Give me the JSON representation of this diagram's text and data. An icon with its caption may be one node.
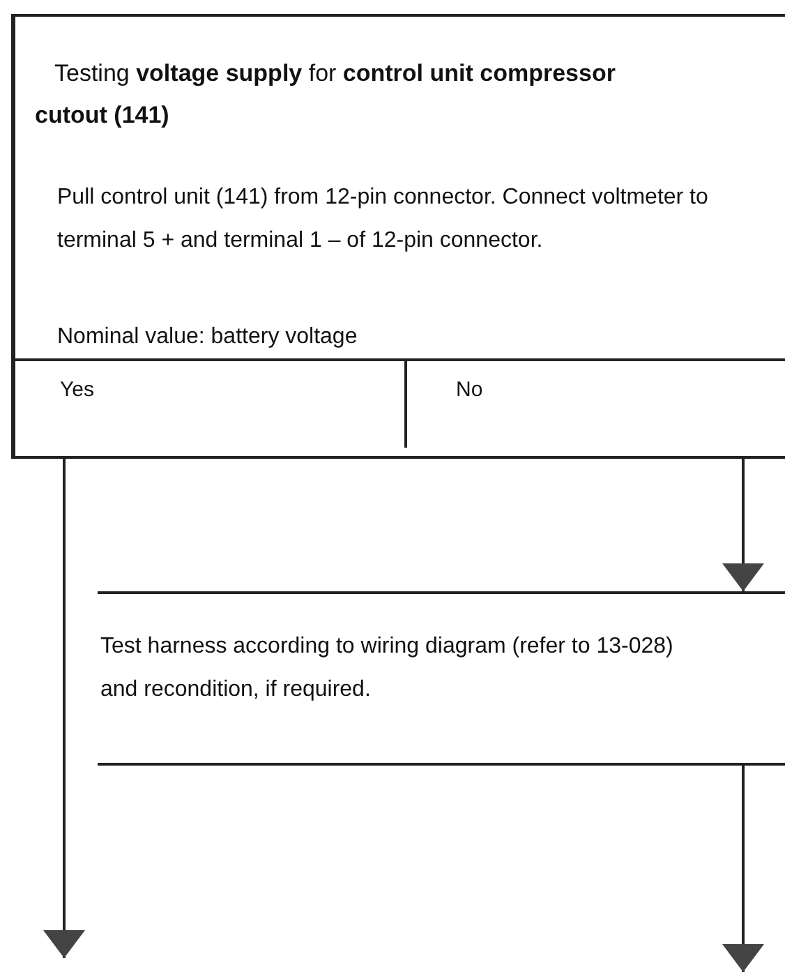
{
  "diagram": {
    "nodes": [
      {
        "text": [
          "Testing **voltage supply** for **control unit compressor cutout (141)**",
          "Pull control unit (141) from 12-pin connector. Connect voltmeter to terminal 5 + and terminal 1 – of 12-pin connector.",
          "Nominal value: battery voltage"
        ]
      },
      {
        "text": [
          "Yes"
        ],
        "in": 0
      },
      {
        "text": [
          "No"
        ],
        "in": 0
      },
      {
        "text": [
          "Test harness according to wiring diagram (refer to 13-028) and recondition, if required."
        ]
      }
    ],
    "edges": [
      {
        "from": 1,
        "to": null,
        "arrow": "to"
      },
      {
        "from": 2,
        "to": 3,
        "arrow": "to"
      },
      {
        "from": 3,
        "to": null,
        "arrow": "to"
      }
    ]
  }
}
